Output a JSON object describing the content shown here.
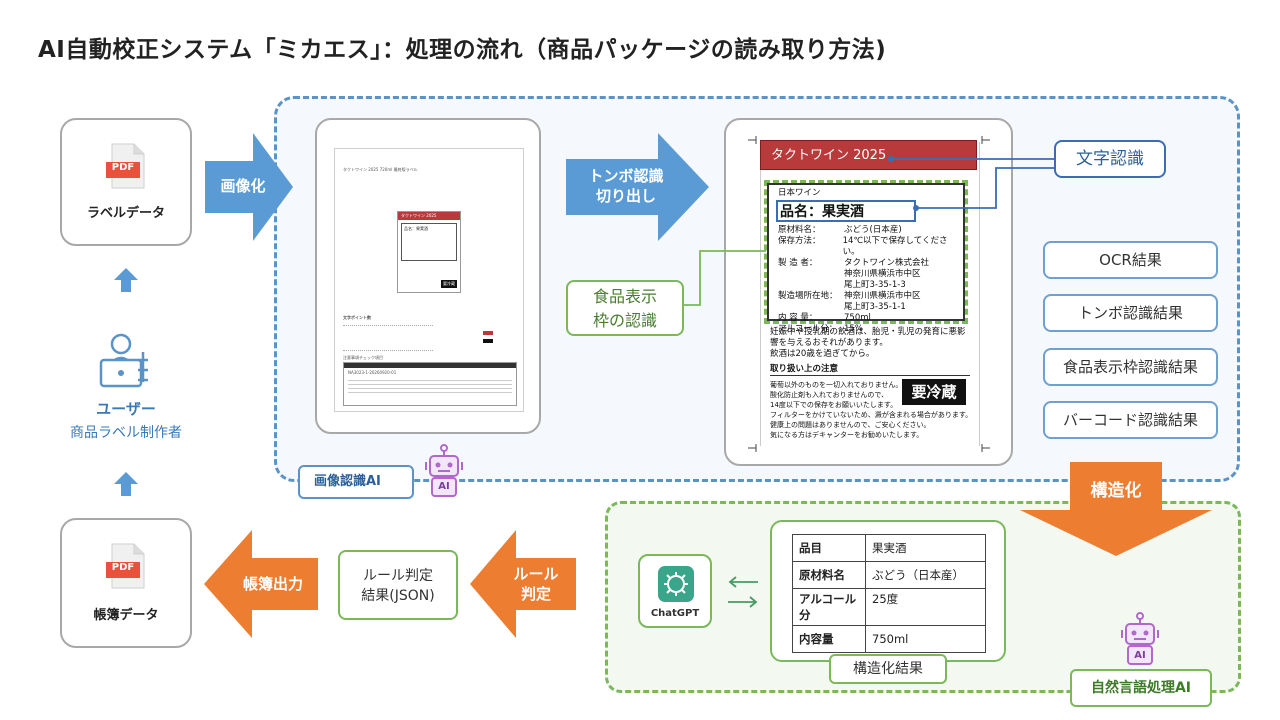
{
  "title": "AI自動校正システム「ミカエス」：処理の流れ（商品パッケージの読み取り方法)",
  "left": {
    "label_pdf": {
      "icon_text": "PDF",
      "caption": "ラベルデータ"
    },
    "user": {
      "name": "ユーザー",
      "role": "商品ラベル制作者"
    },
    "ledger_pdf": {
      "icon_text": "PDF",
      "caption": "帳簿データ"
    }
  },
  "arrows": {
    "imaging": "画像化",
    "crop": [
      "トンボ認識",
      "切り出し"
    ],
    "structuring": "構造化",
    "rule": [
      "ルール",
      "判定"
    ],
    "ledger_out": "帳簿出力"
  },
  "image_ai_label": "画像認識AI",
  "nlp_ai_label": "自然言語処理AI",
  "robot_text": "AI",
  "thumb": {
    "header": "タクトワイン 2025 720ml 最終版ラベル",
    "mini_label_title": "タクトワイン 2025",
    "mini_label_name": "品名：果実酒",
    "stamp": "要冷蔵",
    "font_section": "文字ポイント数",
    "serial_text": "NA3023-1-20260920-01",
    "check_text": "注意事項チェック項目"
  },
  "label": {
    "brand": "タクトワイン 2025",
    "small_title": "日本ワイン",
    "name": "品名：果実酒",
    "rows": [
      {
        "k": "原材料名：",
        "v": "ぶどう(日本産)"
      },
      {
        "k": "保存方法：",
        "v": "14℃以下で保存してください。"
      },
      {
        "k": "製 造 者：",
        "v": "タクトワイン株式会社"
      },
      {
        "k": "",
        "v": "神奈川県横浜市中区"
      },
      {
        "k": "",
        "v": "尾上町3-35-1-3"
      },
      {
        "k": "製造場所在地：",
        "v": "神奈川県横浜市中区"
      },
      {
        "k": "",
        "v": "尾上町3-35-1-1"
      },
      {
        "k": "内 容 量：",
        "v": "750ml"
      },
      {
        "k": "アルコール分：",
        "v": "15%"
      }
    ],
    "warning": [
      "妊娠中や授乳期の飲酒は、胎児・乳児の発育に悪影",
      "響を与えるおそれがあります。",
      "飲酒は20歳を過ぎてから。"
    ],
    "handling_title": "取り扱い上の注意",
    "handling": [
      "葡萄以外のものを一切入れておりません。",
      "酸化防止剤も入れておりませんので、",
      "14度以下での保存をお願いいたします。"
    ],
    "stamp": "要冷蔵",
    "filter": [
      "フィルターをかけていないため、澱が含まれる場合があります。",
      "健康上の問題はありませんので、ご安心ください。",
      "気になる方はデキャンターをお勧めいたします。"
    ]
  },
  "callouts": {
    "text_recog": "文字認識",
    "food_frame": [
      "食品表示",
      "枠の認識"
    ]
  },
  "results": [
    "OCR結果",
    "トンボ認識結果",
    "食品表示枠認識結果",
    "バーコード認識結果"
  ],
  "chatgpt": "ChatGPT",
  "struct_table": [
    {
      "k": "品目",
      "v": "果実酒"
    },
    {
      "k": "原材料名",
      "v": "ぶどう（日本産）"
    },
    {
      "k": "アルコール分",
      "v": "25度"
    },
    {
      "k": "内容量",
      "v": "750ml"
    }
  ],
  "struct_caption": "構造化結果",
  "rule_result": [
    "ルール判定",
    "結果(JSON)"
  ],
  "colors": {
    "blue_arrow": "#5b9bd5",
    "orange_arrow": "#ed7d31",
    "label_red": "#b83a3a",
    "green": "#7ab85a",
    "blue_dash": "#5b93c7"
  }
}
